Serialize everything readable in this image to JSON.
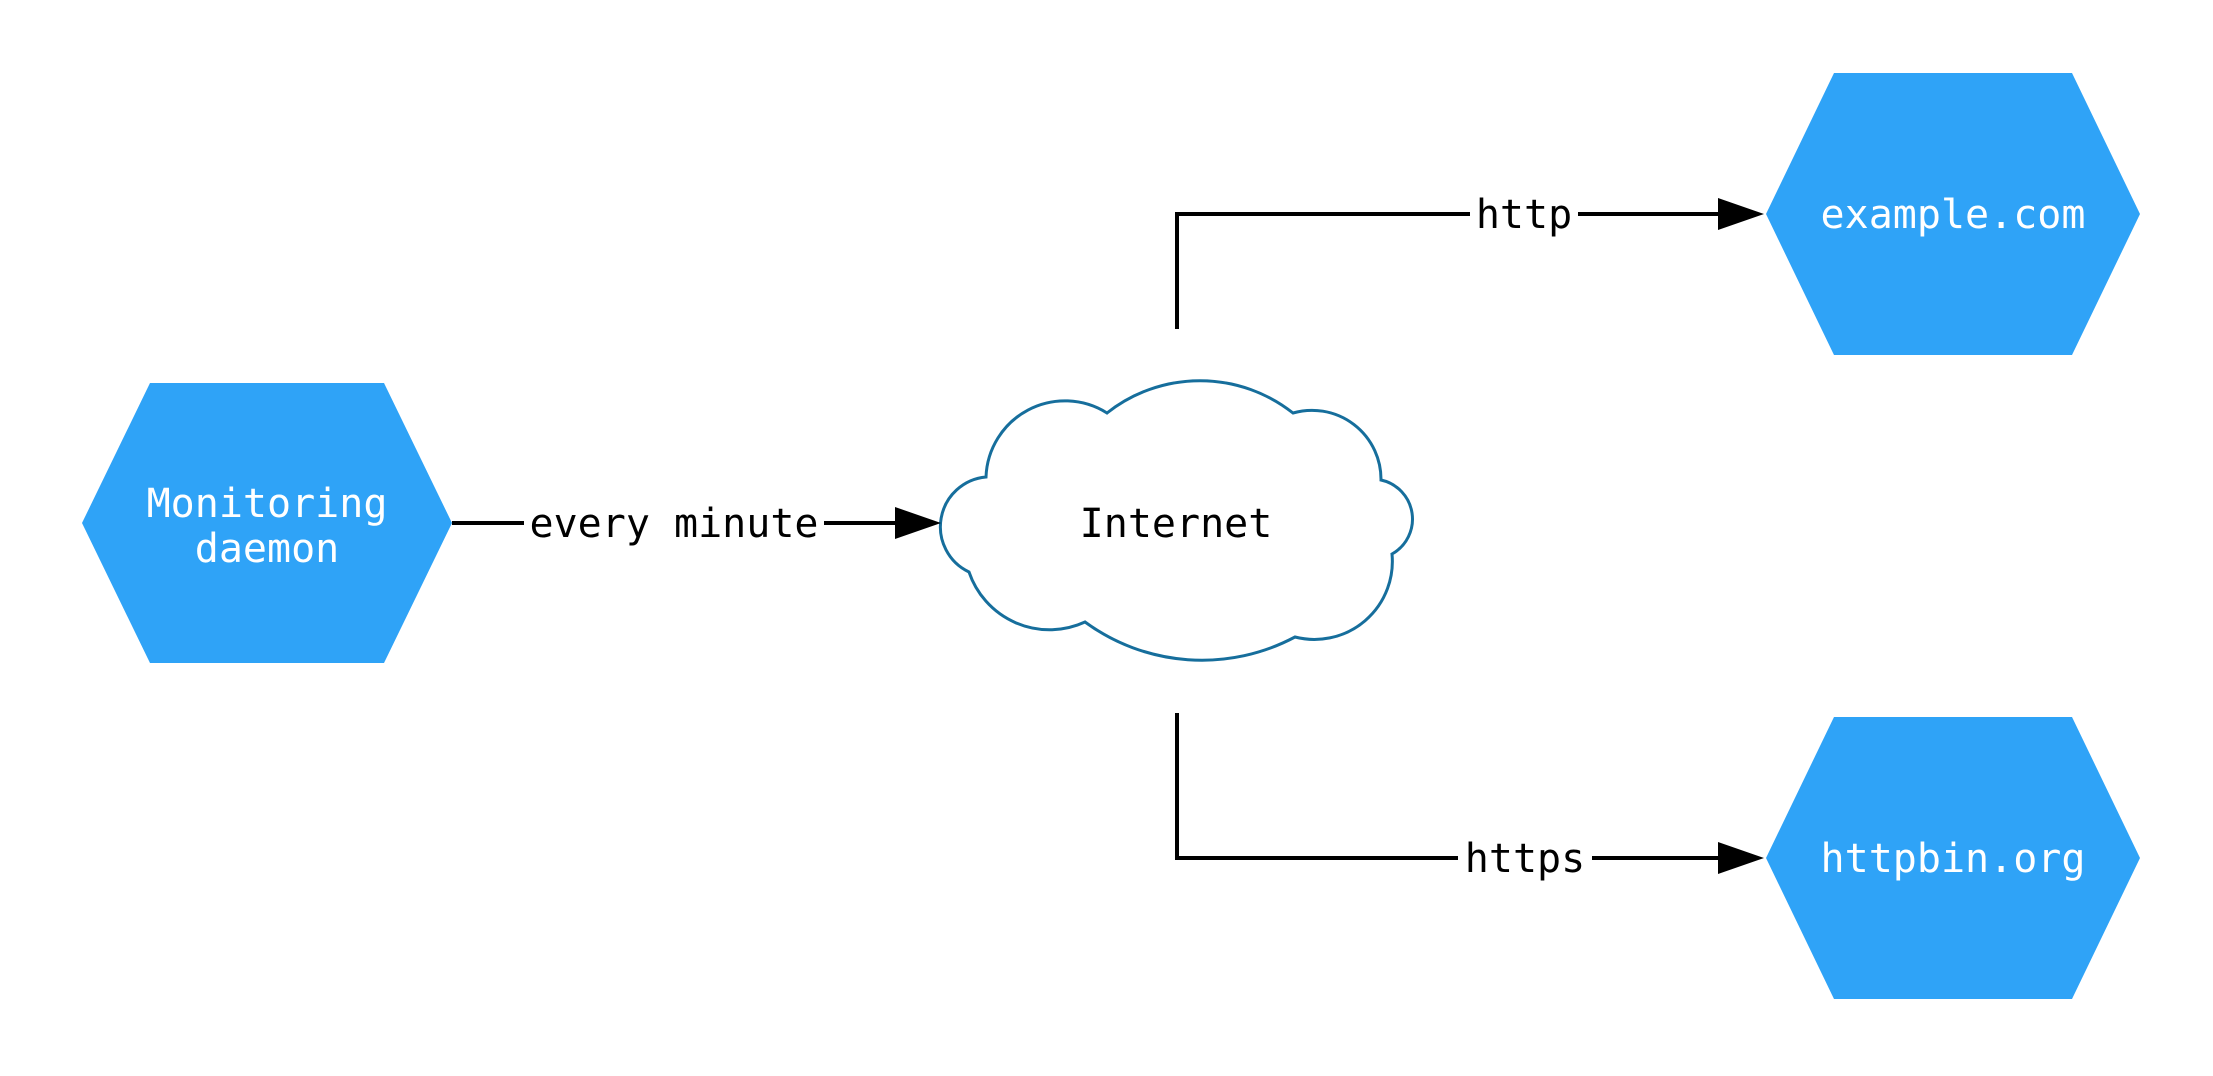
{
  "diagram": {
    "background": "#FFFFFF",
    "colors": {
      "node_fill": "#2FA3F7",
      "node_text": "#FFFFFF",
      "cloud_fill": "#FFFFFF",
      "cloud_stroke": "#166E9C",
      "cloud_text": "#000000",
      "edge": "#000000",
      "edge_label_text": "#000000",
      "edge_label_background": "#FFFFFF"
    },
    "nodes": {
      "monitoring_daemon": {
        "shape": "hexagon",
        "label": "Monitoring daemon",
        "label_lines": [
          "Monitoring",
          "daemon"
        ]
      },
      "internet": {
        "shape": "cloud",
        "label": "Internet"
      },
      "example_com": {
        "shape": "hexagon",
        "label": "example.com"
      },
      "httpbin_org": {
        "shape": "hexagon",
        "label": "httpbin.org"
      }
    },
    "edges": {
      "monitoring_to_internet": {
        "from": "monitoring_daemon",
        "to": "internet",
        "label": "every minute"
      },
      "internet_to_example": {
        "from": "internet",
        "to": "example_com",
        "label": "http"
      },
      "internet_to_httpbin": {
        "from": "internet",
        "to": "httpbin_org",
        "label": "https"
      }
    }
  }
}
